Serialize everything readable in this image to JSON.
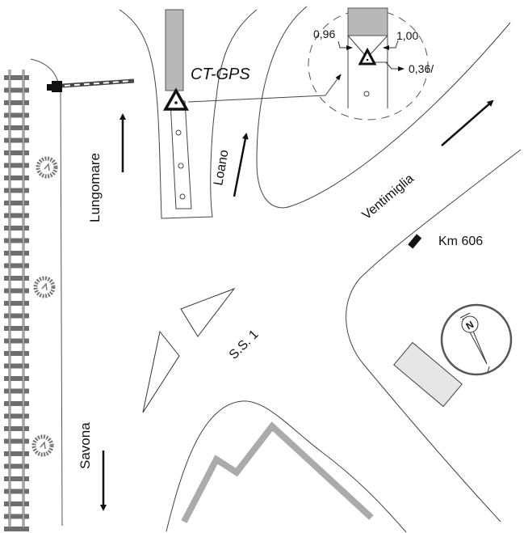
{
  "map": {
    "device_label": "CT-GPS",
    "roads": {
      "lungomare": "Lungomare",
      "loano": "Loano",
      "ventimiglia": "Ventimiglia",
      "ss1": "S.S. 1",
      "savona": "Savona"
    },
    "km_marker": "Km 606",
    "compass_letter": "N",
    "detail": {
      "dim_left": "0,96",
      "dim_right": "1,00",
      "dim_offset": "0,36/"
    },
    "colors": {
      "line": "#333333",
      "gray_fill": "#b8b8b8",
      "rail": "#6e6e6e",
      "building": "#e6e6e6",
      "hedge": "#777777"
    }
  }
}
